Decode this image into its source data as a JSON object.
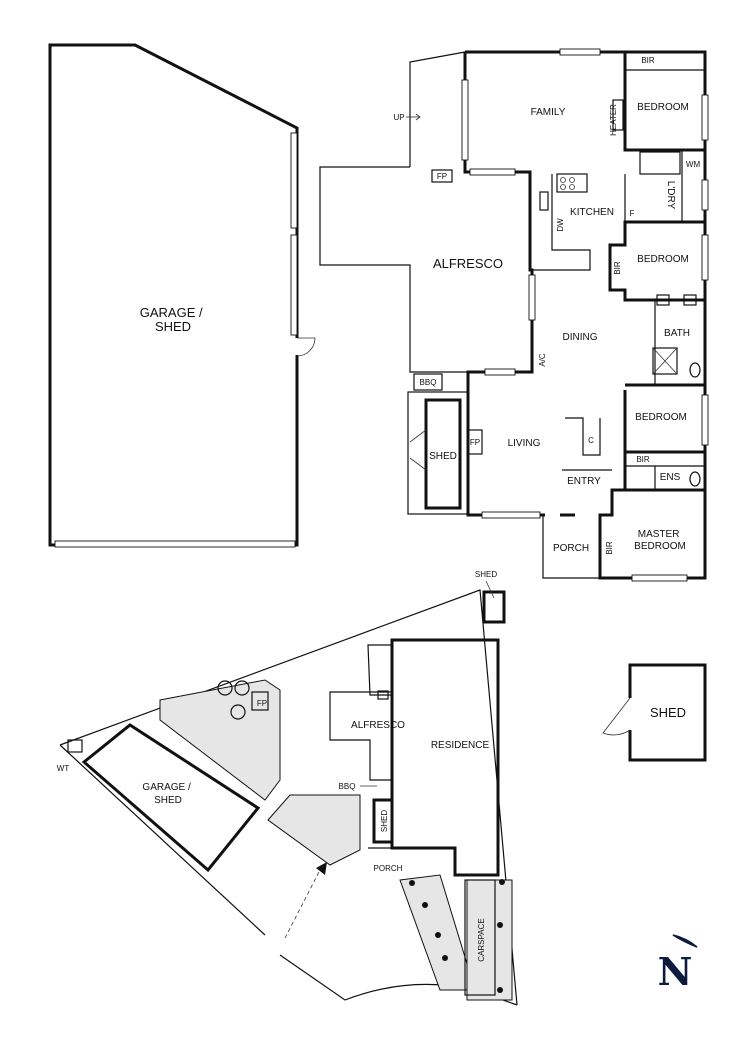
{
  "colors": {
    "line": "#111111",
    "lot_fill": "#e6e6e6",
    "background": "#ffffff"
  },
  "icons": [
    "compass-arrow-icon",
    "tree-icon",
    "door-swing-icon",
    "stove-icon",
    "toilet-icon",
    "sink-icon",
    "shower-icon"
  ],
  "floor_plan": {
    "garage_shed": "GARAGE /\nSHED",
    "up": "UP",
    "fp_alfresco": "FP",
    "family": "FAMILY",
    "heater": "HEATER",
    "bir_top": "BIR",
    "bedroom_1": "BEDROOM",
    "wm": "WM",
    "kitchen": "KITCHEN",
    "dw": "DW",
    "f": "F",
    "ldry": "L'DRY",
    "alfresco": "ALFRESCO",
    "bir_bed2": "BIR",
    "bedroom_2": "BEDROOM",
    "bath": "BATH",
    "dining": "DINING",
    "ac": "A/C",
    "bbq": "BBQ",
    "bedroom_3": "BEDROOM",
    "shed": "SHED",
    "fp_living": "FP",
    "living": "LIVING",
    "c": "C",
    "bir_ens": "BIR",
    "ens": "ENS",
    "entry": "ENTRY",
    "porch": "PORCH",
    "bir_master": "BIR",
    "master_bedroom": "MASTER\nBEDROOM"
  },
  "site_plan": {
    "shed_top": "SHED",
    "fp": "FP",
    "alfresco": "ALFRESCO",
    "residence": "RESIDENCE",
    "wt": "WT",
    "garage_shed": "GARAGE /\nSHED",
    "bbq": "BBQ",
    "shed_small": "SHED",
    "porch": "PORCH",
    "carspace": "CARSPACE"
  },
  "standalone_shed": "SHED",
  "compass": "N"
}
